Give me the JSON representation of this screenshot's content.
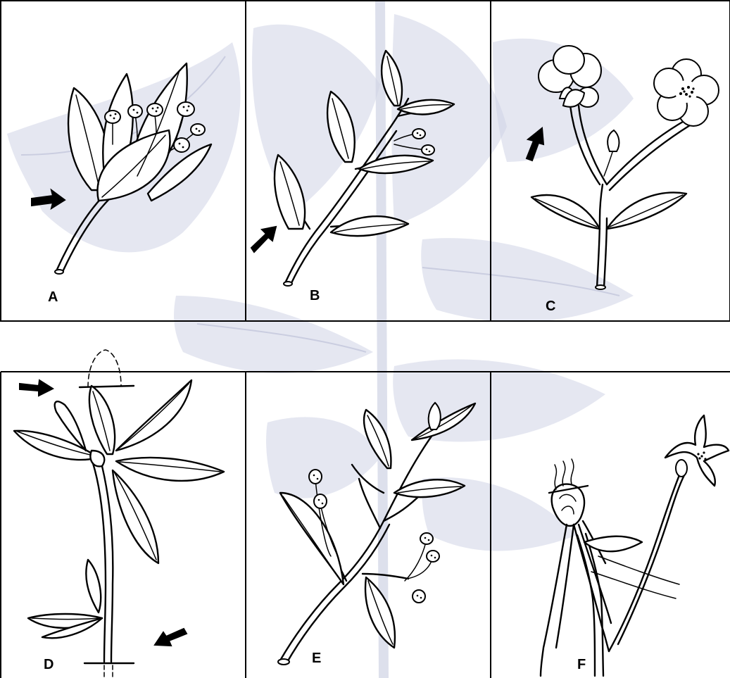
{
  "panels": [
    {
      "id": "A",
      "label": "A"
    },
    {
      "id": "B",
      "label": "B"
    },
    {
      "id": "C",
      "label": "C"
    },
    {
      "id": "D",
      "label": "D"
    },
    {
      "id": "E",
      "label": "E"
    },
    {
      "id": "F",
      "label": "F"
    }
  ],
  "colors": {
    "ink": "#000000",
    "background_plant": "#cfd3e6",
    "paper": "#ffffff"
  }
}
